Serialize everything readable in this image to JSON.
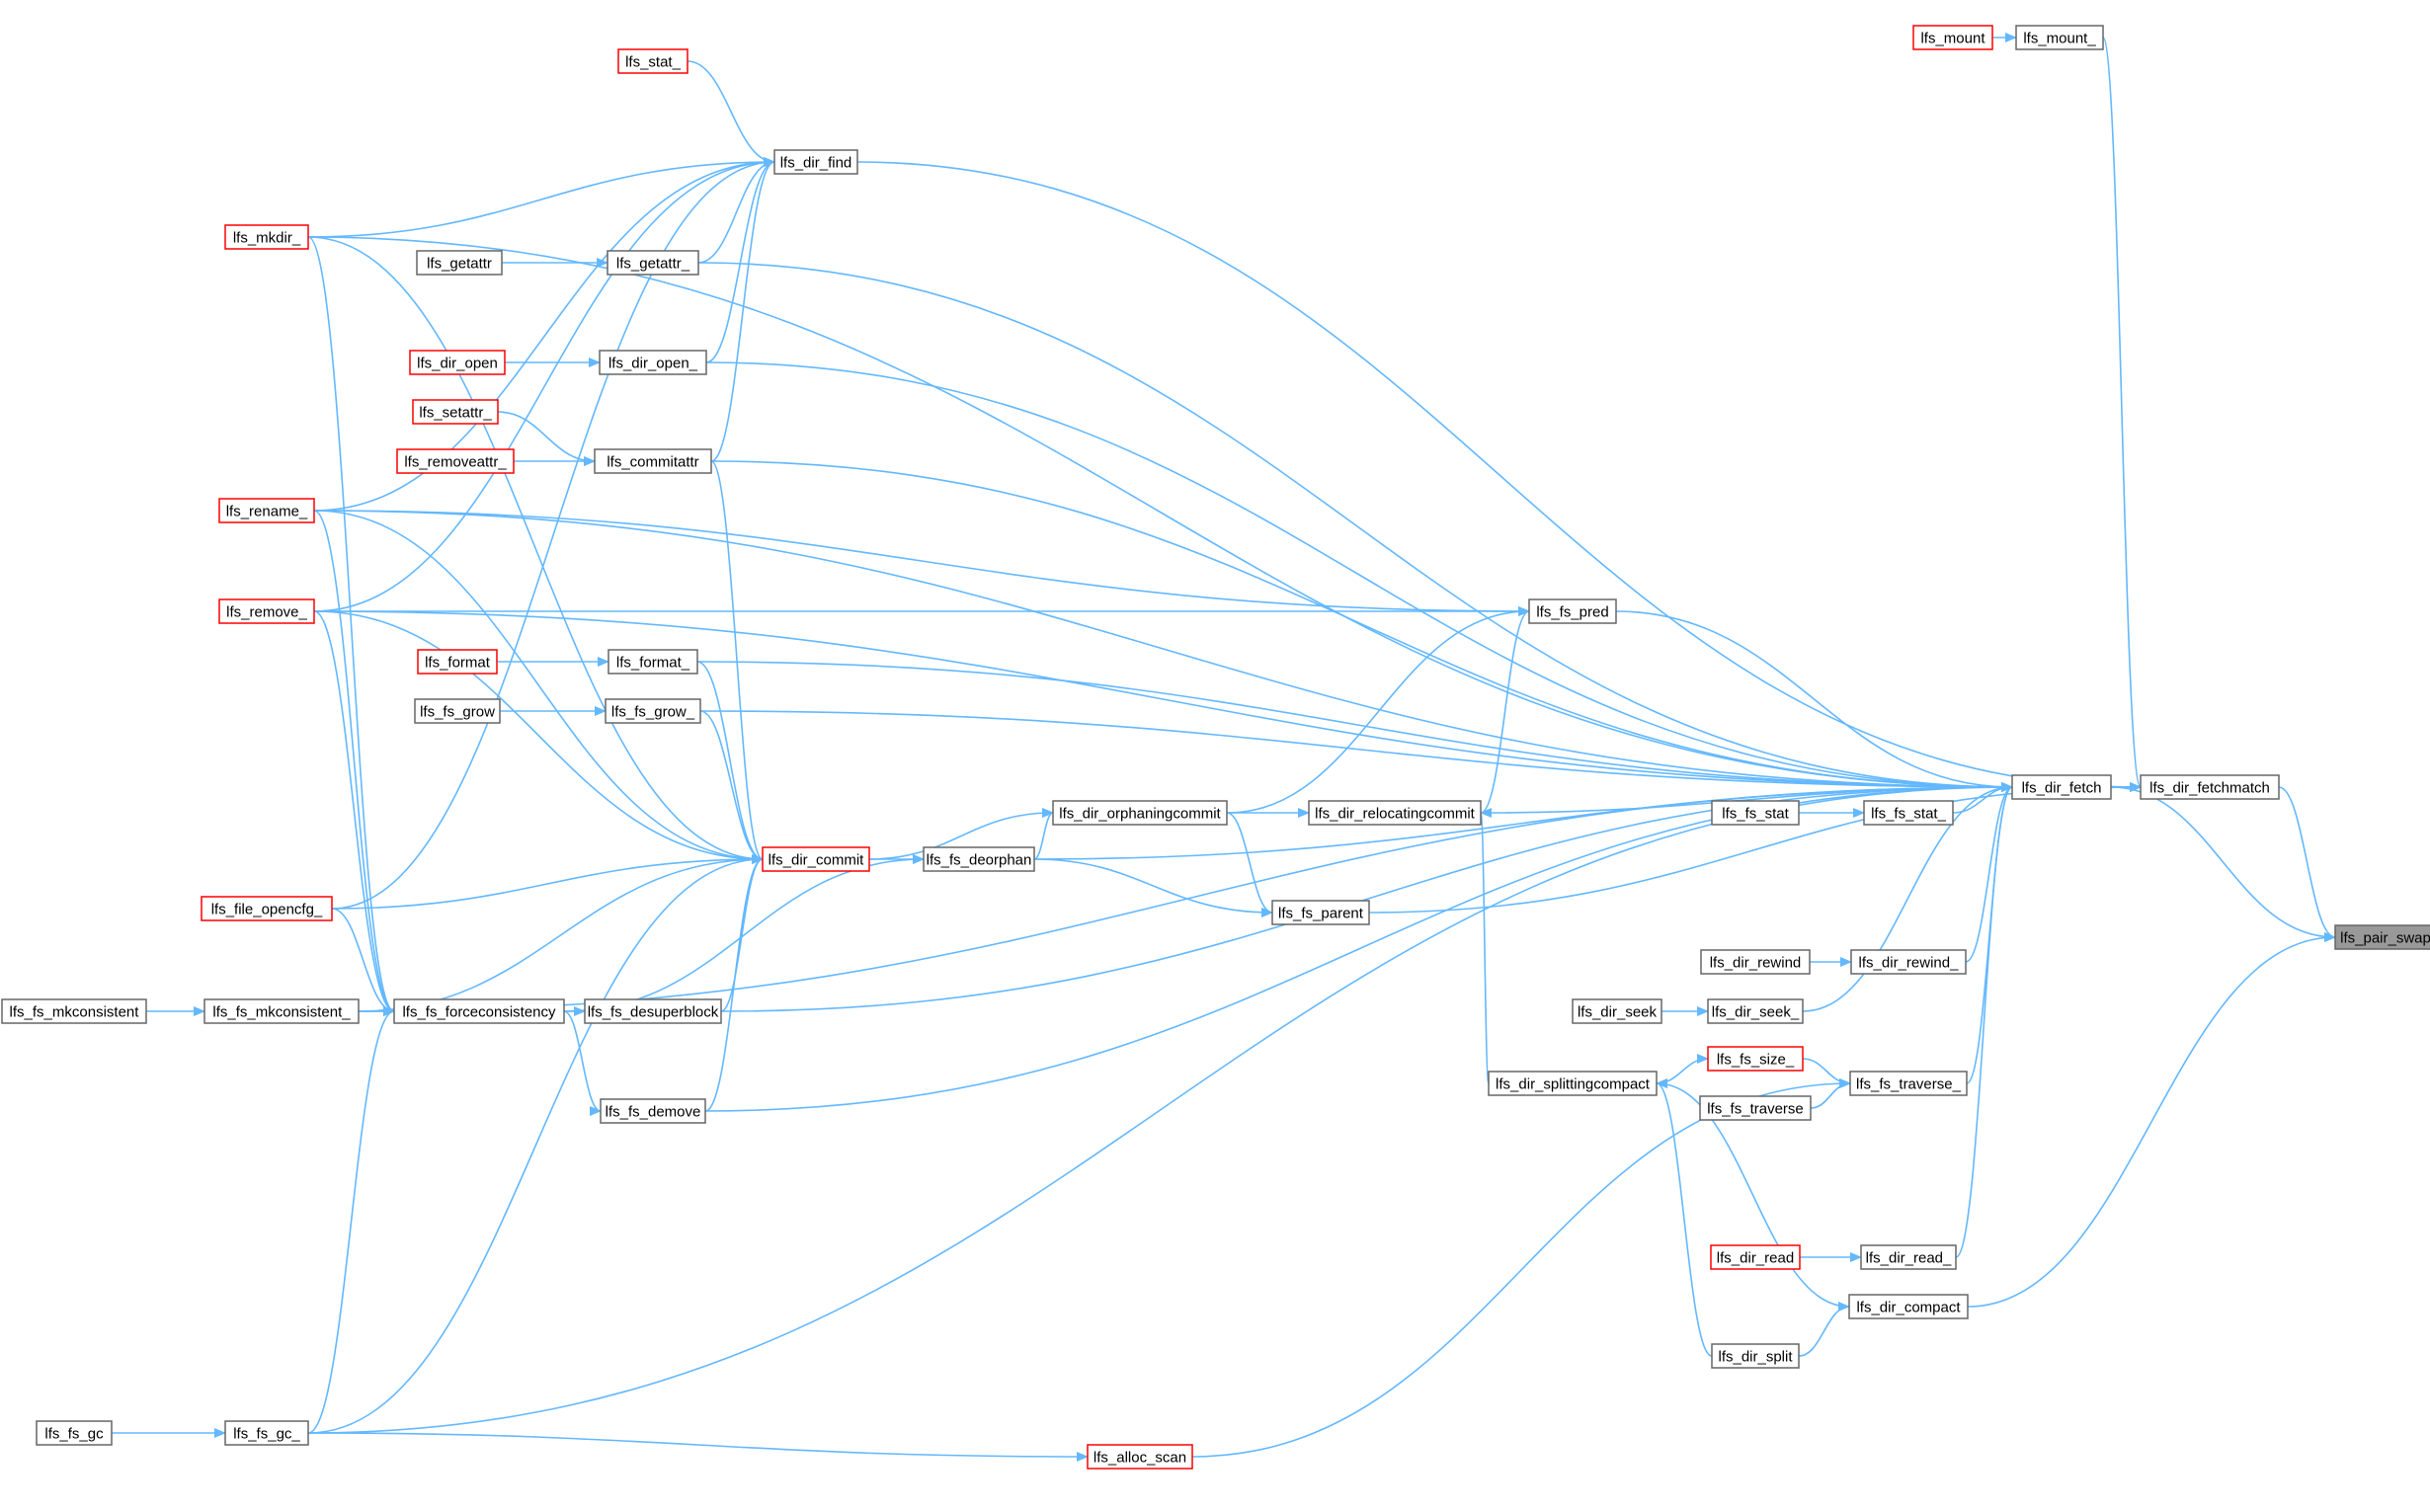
{
  "colors": {
    "edge": "#63b8ff",
    "node_border": "#666666",
    "node_border_truncated": "#ff0000",
    "node_fill": "#ffffff",
    "focus_fill": "#999999"
  },
  "nodes": [
    {
      "id": "lfs_pair_swap",
      "label": "lfs_pair_swap",
      "style": "focus"
    },
    {
      "id": "lfs_dir_fetchmatch",
      "label": "lfs_dir_fetchmatch",
      "style": "normal"
    },
    {
      "id": "lfs_dir_fetch",
      "label": "lfs_dir_fetch",
      "style": "normal"
    },
    {
      "id": "lfs_mount_",
      "label": "lfs_mount_",
      "style": "normal"
    },
    {
      "id": "lfs_mount",
      "label": "lfs_mount",
      "style": "red"
    },
    {
      "id": "lfs_dir_find",
      "label": "lfs_dir_find",
      "style": "normal"
    },
    {
      "id": "lfs_stat_",
      "label": "lfs_stat_",
      "style": "red"
    },
    {
      "id": "lfs_mkdir_",
      "label": "lfs_mkdir_",
      "style": "red"
    },
    {
      "id": "lfs_getattr",
      "label": "lfs_getattr",
      "style": "normal"
    },
    {
      "id": "lfs_getattr_",
      "label": "lfs_getattr_",
      "style": "normal"
    },
    {
      "id": "lfs_dir_open",
      "label": "lfs_dir_open",
      "style": "red"
    },
    {
      "id": "lfs_dir_open_",
      "label": "lfs_dir_open_",
      "style": "normal"
    },
    {
      "id": "lfs_setattr_",
      "label": "lfs_setattr_",
      "style": "red"
    },
    {
      "id": "lfs_removeattr_",
      "label": "lfs_removeattr_",
      "style": "red"
    },
    {
      "id": "lfs_commitattr",
      "label": "lfs_commitattr",
      "style": "normal"
    },
    {
      "id": "lfs_rename_",
      "label": "lfs_rename_",
      "style": "red"
    },
    {
      "id": "lfs_remove_",
      "label": "lfs_remove_",
      "style": "red"
    },
    {
      "id": "lfs_fs_pred",
      "label": "lfs_fs_pred",
      "style": "normal"
    },
    {
      "id": "lfs_format",
      "label": "lfs_format",
      "style": "red"
    },
    {
      "id": "lfs_format_",
      "label": "lfs_format_",
      "style": "normal"
    },
    {
      "id": "lfs_fs_grow",
      "label": "lfs_fs_grow",
      "style": "normal"
    },
    {
      "id": "lfs_fs_grow_",
      "label": "lfs_fs_grow_",
      "style": "normal"
    },
    {
      "id": "lfs_dir_orphaningcommit",
      "label": "lfs_dir_orphaningcommit",
      "style": "normal"
    },
    {
      "id": "lfs_dir_relocatingcommit",
      "label": "lfs_dir_relocatingcommit",
      "style": "normal"
    },
    {
      "id": "lfs_fs_stat",
      "label": "lfs_fs_stat",
      "style": "normal"
    },
    {
      "id": "lfs_fs_stat_",
      "label": "lfs_fs_stat_",
      "style": "normal"
    },
    {
      "id": "lfs_dir_commit",
      "label": "lfs_dir_commit",
      "style": "red"
    },
    {
      "id": "lfs_fs_deorphan",
      "label": "lfs_fs_deorphan",
      "style": "normal"
    },
    {
      "id": "lfs_file_opencfg_",
      "label": "lfs_file_opencfg_",
      "style": "red"
    },
    {
      "id": "lfs_fs_parent",
      "label": "lfs_fs_parent",
      "style": "normal"
    },
    {
      "id": "lfs_dir_rewind",
      "label": "lfs_dir_rewind",
      "style": "normal"
    },
    {
      "id": "lfs_dir_rewind_",
      "label": "lfs_dir_rewind_",
      "style": "normal"
    },
    {
      "id": "lfs_fs_mkconsistent",
      "label": "lfs_fs_mkconsistent",
      "style": "normal"
    },
    {
      "id": "lfs_fs_mkconsistent_",
      "label": "lfs_fs_mkconsistent_",
      "style": "normal"
    },
    {
      "id": "lfs_fs_forceconsistency",
      "label": "lfs_fs_forceconsistency",
      "style": "normal"
    },
    {
      "id": "lfs_fs_desuperblock",
      "label": "lfs_fs_desuperblock",
      "style": "normal"
    },
    {
      "id": "lfs_dir_seek",
      "label": "lfs_dir_seek",
      "style": "normal"
    },
    {
      "id": "lfs_dir_seek_",
      "label": "lfs_dir_seek_",
      "style": "normal"
    },
    {
      "id": "lfs_dir_splittingcompact",
      "label": "lfs_dir_splittingcompact",
      "style": "normal"
    },
    {
      "id": "lfs_fs_size_",
      "label": "lfs_fs_size_",
      "style": "red"
    },
    {
      "id": "lfs_fs_traverse_",
      "label": "lfs_fs_traverse_",
      "style": "normal"
    },
    {
      "id": "lfs_fs_traverse",
      "label": "lfs_fs_traverse",
      "style": "normal"
    },
    {
      "id": "lfs_fs_demove",
      "label": "lfs_fs_demove",
      "style": "normal"
    },
    {
      "id": "lfs_dir_read",
      "label": "lfs_dir_read",
      "style": "red"
    },
    {
      "id": "lfs_dir_read_",
      "label": "lfs_dir_read_",
      "style": "normal"
    },
    {
      "id": "lfs_dir_compact",
      "label": "lfs_dir_compact",
      "style": "normal"
    },
    {
      "id": "lfs_dir_split",
      "label": "lfs_dir_split",
      "style": "normal"
    },
    {
      "id": "lfs_fs_gc",
      "label": "lfs_fs_gc",
      "style": "normal"
    },
    {
      "id": "lfs_fs_gc_",
      "label": "lfs_fs_gc_",
      "style": "normal"
    },
    {
      "id": "lfs_alloc_scan",
      "label": "lfs_alloc_scan",
      "style": "red"
    }
  ],
  "edges": [
    [
      "lfs_dir_fetchmatch",
      "lfs_pair_swap"
    ],
    [
      "lfs_dir_fetch",
      "lfs_pair_swap"
    ],
    [
      "lfs_dir_compact",
      "lfs_pair_swap"
    ],
    [
      "lfs_dir_fetch",
      "lfs_dir_fetchmatch"
    ],
    [
      "lfs_mount_",
      "lfs_dir_fetchmatch"
    ],
    [
      "lfs_dir_find",
      "lfs_dir_fetchmatch"
    ],
    [
      "lfs_fs_parent",
      "lfs_dir_fetchmatch"
    ],
    [
      "lfs_mount",
      "lfs_mount_"
    ],
    [
      "lfs_stat_",
      "lfs_dir_find"
    ],
    [
      "lfs_mkdir_",
      "lfs_dir_find"
    ],
    [
      "lfs_getattr_",
      "lfs_dir_find"
    ],
    [
      "lfs_dir_open_",
      "lfs_dir_find"
    ],
    [
      "lfs_commitattr",
      "lfs_dir_find"
    ],
    [
      "lfs_rename_",
      "lfs_dir_find"
    ],
    [
      "lfs_remove_",
      "lfs_dir_find"
    ],
    [
      "lfs_file_opencfg_",
      "lfs_dir_find"
    ],
    [
      "lfs_getattr",
      "lfs_getattr_"
    ],
    [
      "lfs_dir_open",
      "lfs_dir_open_"
    ],
    [
      "lfs_setattr_",
      "lfs_commitattr"
    ],
    [
      "lfs_removeattr_",
      "lfs_commitattr"
    ],
    [
      "lfs_format",
      "lfs_format_"
    ],
    [
      "lfs_fs_grow",
      "lfs_fs_grow_"
    ],
    [
      "lfs_fs_stat",
      "lfs_fs_stat_"
    ],
    [
      "lfs_dir_rewind",
      "lfs_dir_rewind_"
    ],
    [
      "lfs_dir_seek",
      "lfs_dir_seek_"
    ],
    [
      "lfs_fs_traverse",
      "lfs_fs_traverse_"
    ],
    [
      "lfs_dir_read",
      "lfs_dir_read_"
    ],
    [
      "lfs_fs_gc",
      "lfs_fs_gc_"
    ],
    [
      "lfs_fs_mkconsistent",
      "lfs_fs_mkconsistent_"
    ],
    [
      "lfs_mkdir_",
      "lfs_dir_fetch"
    ],
    [
      "lfs_getattr_",
      "lfs_dir_fetch"
    ],
    [
      "lfs_rename_",
      "lfs_dir_fetch"
    ],
    [
      "lfs_dir_open_",
      "lfs_dir_fetch"
    ],
    [
      "lfs_commitattr",
      "lfs_dir_fetch"
    ],
    [
      "lfs_remove_",
      "lfs_dir_fetch"
    ],
    [
      "lfs_fs_pred",
      "lfs_dir_fetch"
    ],
    [
      "lfs_format_",
      "lfs_dir_fetch"
    ],
    [
      "lfs_fs_grow_",
      "lfs_dir_fetch"
    ],
    [
      "lfs_dir_relocatingcommit",
      "lfs_dir_fetch"
    ],
    [
      "lfs_fs_stat_",
      "lfs_dir_fetch"
    ],
    [
      "lfs_fs_deorphan",
      "lfs_dir_fetch"
    ],
    [
      "lfs_fs_desuperblock",
      "lfs_dir_fetch"
    ],
    [
      "lfs_dir_rewind_",
      "lfs_dir_fetch"
    ],
    [
      "lfs_dir_seek_",
      "lfs_dir_fetch"
    ],
    [
      "lfs_fs_traverse_",
      "lfs_dir_fetch"
    ],
    [
      "lfs_fs_demove",
      "lfs_dir_fetch"
    ],
    [
      "lfs_dir_read_",
      "lfs_dir_fetch"
    ],
    [
      "lfs_fs_mkconsistent_",
      "lfs_dir_fetch"
    ],
    [
      "lfs_fs_gc_",
      "lfs_dir_fetch"
    ],
    [
      "lfs_rename_",
      "lfs_fs_pred"
    ],
    [
      "lfs_remove_",
      "lfs_fs_pred"
    ],
    [
      "lfs_dir_orphaningcommit",
      "lfs_fs_pred"
    ],
    [
      "lfs_dir_relocatingcommit",
      "lfs_fs_pred"
    ],
    [
      "lfs_dir_commit",
      "lfs_dir_orphaningcommit"
    ],
    [
      "lfs_fs_deorphan",
      "lfs_dir_orphaningcommit"
    ],
    [
      "lfs_dir_orphaningcommit",
      "lfs_dir_relocatingcommit"
    ],
    [
      "lfs_dir_orphaningcommit",
      "lfs_fs_parent"
    ],
    [
      "lfs_fs_deorphan",
      "lfs_fs_parent"
    ],
    [
      "lfs_dir_commit",
      "lfs_fs_deorphan"
    ],
    [
      "lfs_fs_forceconsistency",
      "lfs_fs_deorphan"
    ],
    [
      "lfs_commitattr",
      "lfs_dir_commit"
    ],
    [
      "lfs_format_",
      "lfs_dir_commit"
    ],
    [
      "lfs_fs_grow_",
      "lfs_dir_commit"
    ],
    [
      "lfs_mkdir_",
      "lfs_dir_commit"
    ],
    [
      "lfs_rename_",
      "lfs_dir_commit"
    ],
    [
      "lfs_remove_",
      "lfs_dir_commit"
    ],
    [
      "lfs_file_opencfg_",
      "lfs_dir_commit"
    ],
    [
      "lfs_fs_mkconsistent_",
      "lfs_dir_commit"
    ],
    [
      "lfs_fs_desuperblock",
      "lfs_dir_commit"
    ],
    [
      "lfs_fs_demove",
      "lfs_dir_commit"
    ],
    [
      "lfs_fs_gc_",
      "lfs_dir_commit"
    ],
    [
      "lfs_fs_mkconsistent_",
      "lfs_fs_forceconsistency"
    ],
    [
      "lfs_mkdir_",
      "lfs_fs_forceconsistency"
    ],
    [
      "lfs_rename_",
      "lfs_fs_forceconsistency"
    ],
    [
      "lfs_remove_",
      "lfs_fs_forceconsistency"
    ],
    [
      "lfs_file_opencfg_",
      "lfs_fs_forceconsistency"
    ],
    [
      "lfs_fs_gc_",
      "lfs_fs_forceconsistency"
    ],
    [
      "lfs_fs_forceconsistency",
      "lfs_fs_desuperblock"
    ],
    [
      "lfs_fs_forceconsistency",
      "lfs_fs_demove"
    ],
    [
      "lfs_dir_splittingcompact",
      "lfs_dir_relocatingcommit"
    ],
    [
      "lfs_dir_compact",
      "lfs_dir_splittingcompact"
    ],
    [
      "lfs_dir_split",
      "lfs_dir_splittingcompact"
    ],
    [
      "lfs_dir_splittingcompact",
      "lfs_fs_size_"
    ],
    [
      "lfs_fs_size_",
      "lfs_fs_traverse_"
    ],
    [
      "lfs_fs_traverse",
      "lfs_fs_traverse_"
    ],
    [
      "lfs_alloc_scan",
      "lfs_fs_traverse_"
    ],
    [
      "lfs_dir_split",
      "lfs_dir_compact"
    ],
    [
      "lfs_fs_gc_",
      "lfs_alloc_scan"
    ]
  ]
}
